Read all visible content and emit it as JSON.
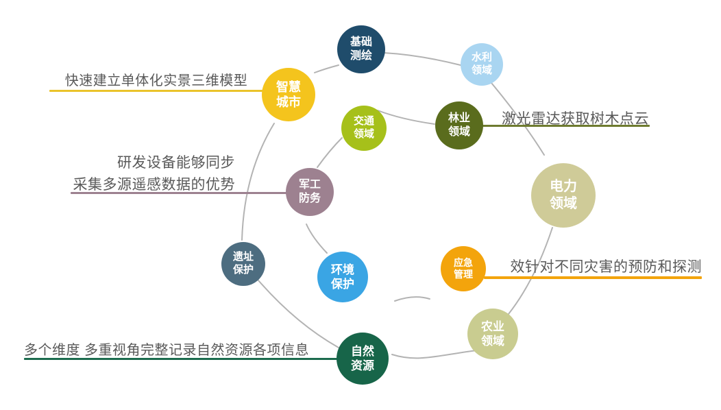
{
  "diagram_title": "",
  "ring_color": "#B3B3B3",
  "text_color": "#595959",
  "bubbles": [
    {
      "id": "basic-surveying",
      "label": "基础\n测绘",
      "color": "#1F4C6B"
    },
    {
      "id": "water-conservancy",
      "label": "水利\n领域",
      "color": "#A9D5F1"
    },
    {
      "id": "smart-city",
      "label": "智慧\n城市",
      "color": "#F4C41D"
    },
    {
      "id": "transportation",
      "label": "交通\n领域",
      "color": "#A6C01A"
    },
    {
      "id": "forestry",
      "label": "林业\n领域",
      "color": "#5A6C1D"
    },
    {
      "id": "electric-power",
      "label": "电力\n领域",
      "color": "#CFCB98"
    },
    {
      "id": "military-defense",
      "label": "军工\n防务",
      "color": "#9D8190"
    },
    {
      "id": "heritage-protection",
      "label": "遗址\n保护",
      "color": "#4D6D80"
    },
    {
      "id": "environmental-protection",
      "label": "环境\n保护",
      "color": "#3AA5E4"
    },
    {
      "id": "emergency-management",
      "label": "应急\n管理",
      "color": "#F3A40C"
    },
    {
      "id": "agriculture",
      "label": "农业\n领域",
      "color": "#C9CC90"
    },
    {
      "id": "natural-resources",
      "label": "自然\n资源",
      "color": "#176549"
    }
  ],
  "annotations": [
    {
      "id": "smart-city-note",
      "text": "快速建立单体化实景三维模型",
      "line_color": "#EAC32A"
    },
    {
      "id": "forestry-note",
      "text": "激光雷达获取树木点云",
      "line_color": "#6E7B2F"
    },
    {
      "id": "military-note",
      "line1": "研发设备能够同步",
      "line2": "采集多源遥感数据的优势",
      "line_color": "#9D8190"
    },
    {
      "id": "emergency-note",
      "text": "效针对不同灾害的预防和探测",
      "line_color": "#F3A40C"
    },
    {
      "id": "natural-resources-note",
      "text": "多个维度 多重视角完整记录自然资源各项信息",
      "line_color": "#1C6B4E"
    }
  ]
}
